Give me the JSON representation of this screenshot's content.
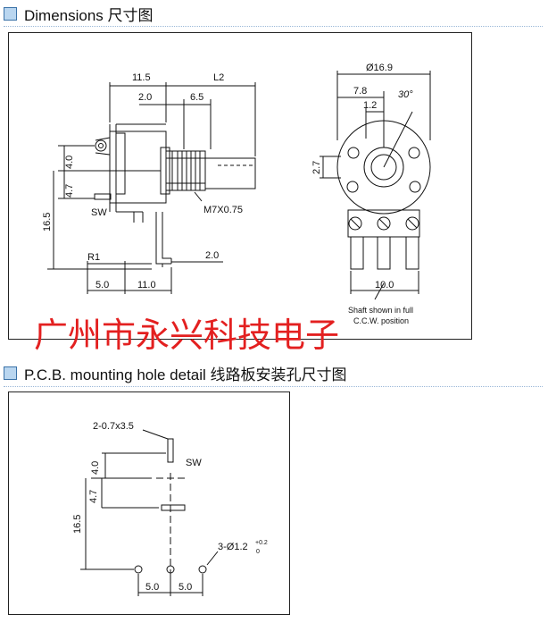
{
  "sections": {
    "dimensions_title": "Dimensions 尺寸图",
    "pcb_title": "P.C.B. mounting hole detail  线路板安装孔尺寸图"
  },
  "top_drawing": {
    "dim_11_5": "11.5",
    "dim_L2": "L2",
    "dim_2_0_top": "2.0",
    "dim_6_5": "6.5",
    "dim_4_0": "4.0",
    "dim_4_7": "4.7",
    "dim_16_5": "16.5",
    "label_sw": "SW",
    "thread": "M7X0.75",
    "label_r1": "R1",
    "dim_2_0_bottom": "2.0",
    "dim_5_0": "5.0",
    "dim_11_0": "11.0",
    "dia_16_9": "Ø16.9",
    "dim_7_8": "7.8",
    "angle_30": "30°",
    "dim_1_2": "1.2",
    "dim_2_7": "2.7",
    "dim_10_0": "10.0",
    "note_line1": "Shaft shown in full",
    "note_line2": "C.C.W. position"
  },
  "watermark": "广州市永兴科技电子",
  "pcb_drawing": {
    "slot_spec": "2-0.7x3.5",
    "label_sw": "SW",
    "dim_4_0": "4.0",
    "dim_4_7": "4.7",
    "dim_16_5": "16.5",
    "hole_spec": "3-Ø1.2",
    "tol_plus": "+0.2",
    "tol_minus": "0",
    "dim_5_0_left": "5.0",
    "dim_5_0_right": "5.0"
  },
  "colors": {
    "watermark": "#e32020",
    "section_marker": "#b9d6f0",
    "line": "#111111"
  }
}
